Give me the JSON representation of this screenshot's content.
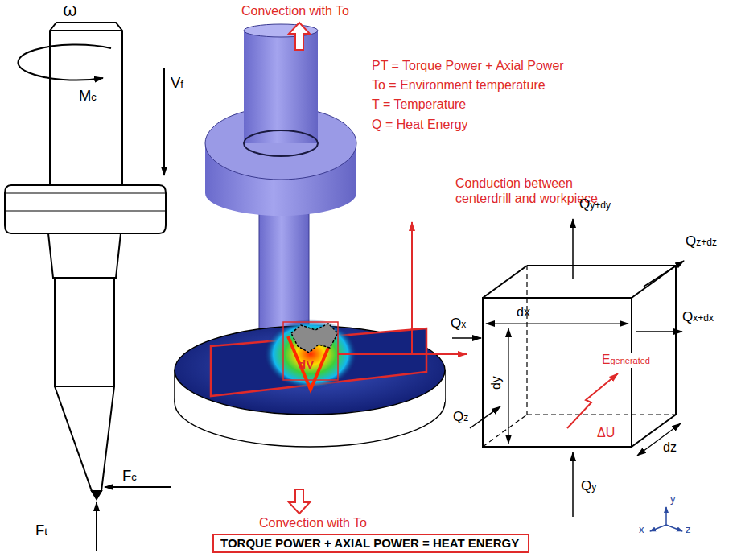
{
  "diagram": {
    "nodes": [
      {
        "text": [
          "TORQUE POWER + AXIAL POWER = HEAT ENERGY"
        ]
      }
    ],
    "labels": [
      "ω",
      "Mc",
      "Vf",
      "Fc",
      "Ft",
      "Convection with To",
      "PT = Torque Power + Axial Power",
      "To = Environment temperature",
      "T = Temperature",
      "Q = Heat Energy",
      "Conduction between centerdrill and workpiece",
      "dV",
      "Qy+dy",
      "Qz+dz",
      "Qx",
      "Qx+dx",
      "dx",
      "dy",
      "Egenerated",
      "ΔU",
      "Qz",
      "Qy",
      "dz",
      "y",
      "x",
      "z",
      "Convection with To"
    ]
  }
}
